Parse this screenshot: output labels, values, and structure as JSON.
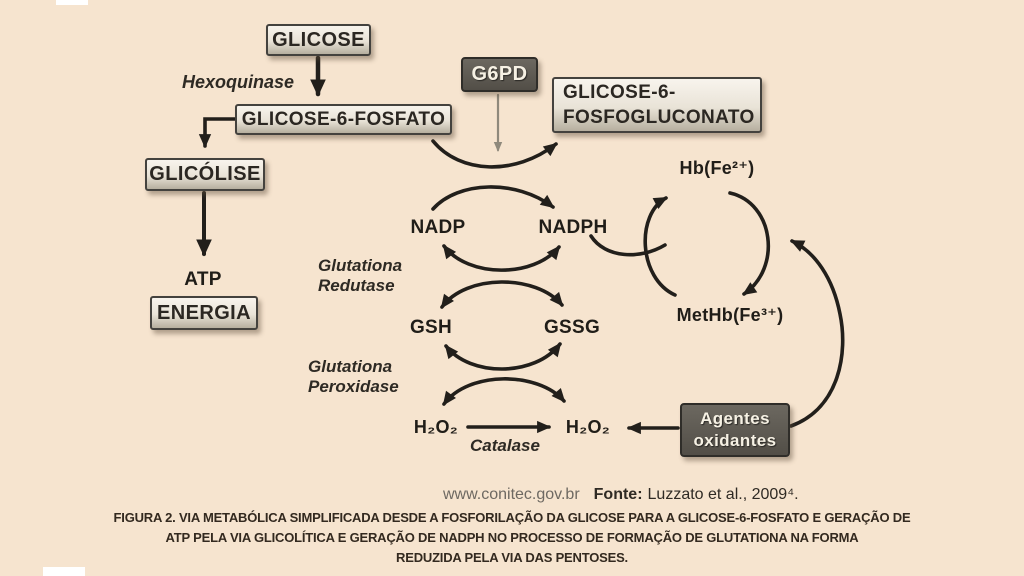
{
  "diagram": {
    "boxes": {
      "glicose": "GLICOSE",
      "glicose6fosfato": "GLICOSE-6-FOSFATO",
      "glicolise": "GLICÓLISE",
      "energia": "ENERGIA",
      "g6pd": "G6PD",
      "fosfogluconato_line1": "GLICOSE-6-",
      "fosfogluconato_line2": "FOSFOGLUCONATO",
      "agentes_line1": "Agentes",
      "agentes_line2": "oxidantes"
    },
    "enzymes": {
      "hexoquinase": "Hexoquinase",
      "glutationa_redutase_line1": "Glutationa",
      "glutationa_redutase_line2": "Redutase",
      "glutationa_peroxidase_line1": "Glutationa",
      "glutationa_peroxidase_line2": "Peroxidase",
      "catalase": "Catalase"
    },
    "metabolites": {
      "atp": "ATP",
      "nadp": "NADP",
      "nadph": "NADPH",
      "gsh": "GSH",
      "gssg": "GSSG",
      "h2o2_left": "H₂O₂",
      "h2o2_right": "H₂O₂",
      "hb": "Hb(Fe²⁺)",
      "methb": "MetHb(Fe³⁺)"
    }
  },
  "footer": {
    "url": "www.conitec.gov.br",
    "fonte_label": "Fonte:",
    "fonte_text": "Luzzato et al., 2009⁴."
  },
  "caption": {
    "line1": "FIGURA 2. VIA METABÓLICA SIMPLIFICADA DESDE A FOSFORILAÇÃO DA GLICOSE PARA A GLICOSE-6-FOSFATO E GERAÇÃO DE",
    "line2": "ATP PELA VIA GLICOLÍTICA E GERAÇÃO DE NADPH NO PROCESSO DE FORMAÇÃO DE GLUTATIONA NA FORMA",
    "line3": "REDUZIDA PELA VIA DAS PENTOSES."
  },
  "colors": {
    "background": "#f6e4cf",
    "arrow": "#221f1b",
    "gray_arrow": "#8f897c",
    "light_box_fill": "#e9e3d7",
    "dark_box_fill": "#59554d",
    "caption_text": "#33291f",
    "url_gray": "#6e6962"
  }
}
